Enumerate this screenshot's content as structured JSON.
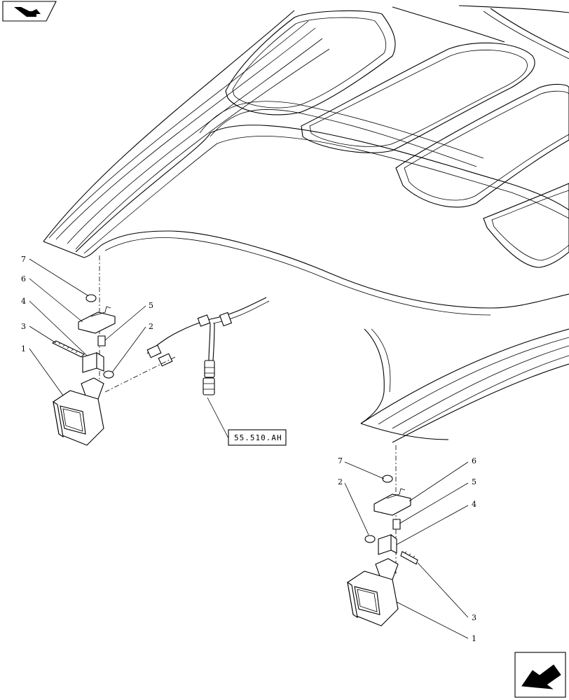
{
  "icons": {
    "top_left": "book-arrow-icon",
    "bottom_right": "next-page-arrow-icon"
  },
  "reference_box": "55.510.AH",
  "callouts": {
    "left": [
      "7",
      "6",
      "5",
      "4",
      "2",
      "3",
      "1"
    ],
    "right": [
      "7",
      "6",
      "5",
      "2",
      "4",
      "3",
      "1"
    ]
  }
}
